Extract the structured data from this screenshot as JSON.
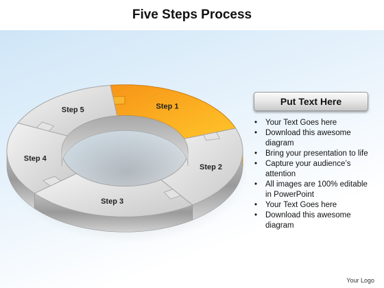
{
  "title": "Five Steps Process",
  "diagram": {
    "steps": [
      {
        "label": "Step 1",
        "highlighted": true
      },
      {
        "label": "Step 2",
        "highlighted": false
      },
      {
        "label": "Step 3",
        "highlighted": false
      },
      {
        "label": "Step 4",
        "highlighted": false
      },
      {
        "label": "Step 5",
        "highlighted": false
      }
    ],
    "colors": {
      "highlight": "#f7a21a",
      "segment": "#d9d9d9"
    }
  },
  "panel": {
    "header": "Put Text Here",
    "bullets": [
      "Your Text Goes here",
      "Download this awesome diagram",
      "Bring your presentation to life",
      "Capture your audience’s attention",
      "All images are 100% editable in PowerPoint",
      "Your Text Goes here",
      "Download this awesome diagram"
    ]
  },
  "footer": {
    "logo_text": "Your Logo"
  }
}
